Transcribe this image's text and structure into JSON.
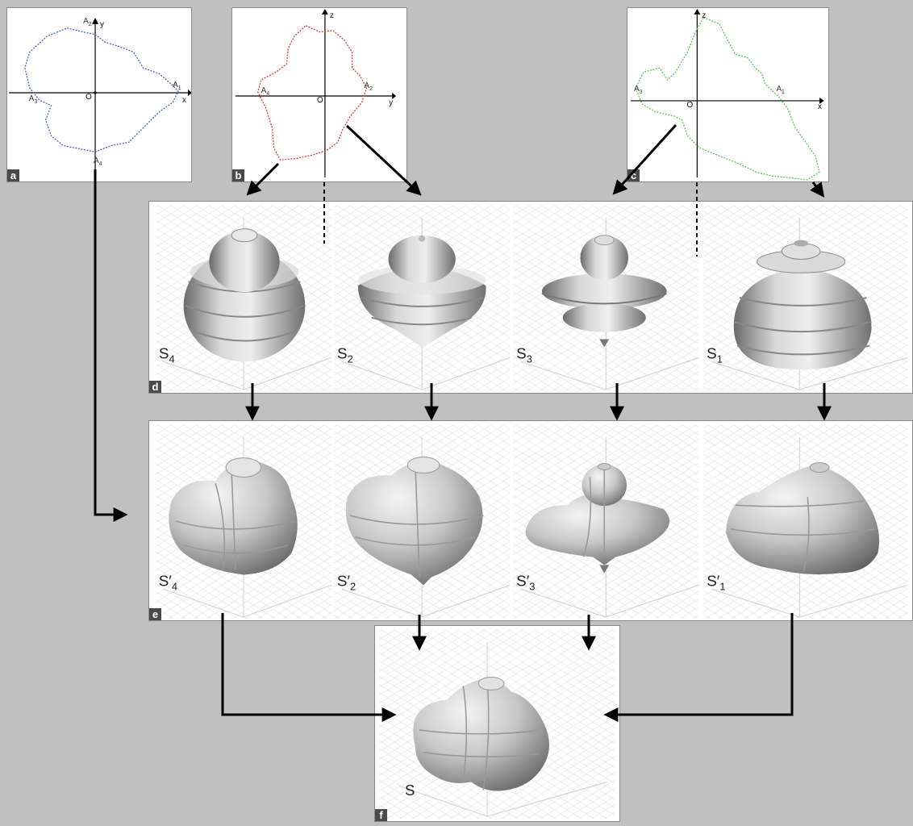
{
  "panels": {
    "a": {
      "tag": "a",
      "points": [
        "A1",
        "A2",
        "A3",
        "A4"
      ],
      "axes": [
        "x",
        "y"
      ],
      "origin": "O"
    },
    "b": {
      "tag": "b",
      "points": [
        "A2",
        "A4"
      ],
      "axes": [
        "y",
        "z"
      ],
      "origin": "O"
    },
    "c": {
      "tag": "c",
      "points": [
        "A1",
        "A3"
      ],
      "axes": [
        "x",
        "z"
      ],
      "origin": "O"
    },
    "d": {
      "tag": "d",
      "shapes": [
        "S4",
        "S2",
        "S3",
        "S1"
      ]
    },
    "e": {
      "tag": "e",
      "shapes": [
        "S'4",
        "S'2",
        "S'3",
        "S'1"
      ]
    },
    "f": {
      "tag": "f",
      "shape": "S"
    }
  },
  "colors": {
    "contour_a": "#4a5fd0",
    "contour_b": "#e03838",
    "contour_c": "#55c855",
    "solid_light": "#e8e8e8",
    "solid_dark": "#5a5a5a",
    "background": "#c0c0c0"
  },
  "labels": {
    "a_A1": "A",
    "a_A1_sub": "1",
    "a_A2": "A",
    "a_A2_sub": "2",
    "a_A3": "A",
    "a_A3_sub": "3",
    "a_A4": "A",
    "a_A4_sub": "4",
    "a_x": "x",
    "a_y": "y",
    "a_O": "O",
    "b_A4": "A",
    "b_A4_sub": "4",
    "b_A2": "A",
    "b_A2_sub": "2",
    "b_y": "y",
    "b_z": "z",
    "b_O": "O",
    "c_A3": "A",
    "c_A3_sub": "3",
    "c_A1": "A",
    "c_A1_sub": "1",
    "c_x": "x",
    "c_z": "z",
    "c_O": "O",
    "d_S4": "S",
    "d_S4_sub": "4",
    "d_S2": "S",
    "d_S2_sub": "2",
    "d_S3": "S",
    "d_S3_sub": "3",
    "d_S1": "S",
    "d_S1_sub": "1",
    "e_S4": "S′",
    "e_S4_sub": "4",
    "e_S2": "S′",
    "e_S2_sub": "2",
    "e_S3": "S′",
    "e_S3_sub": "3",
    "e_S1": "S′",
    "e_S1_sub": "1",
    "f_S": "S"
  }
}
